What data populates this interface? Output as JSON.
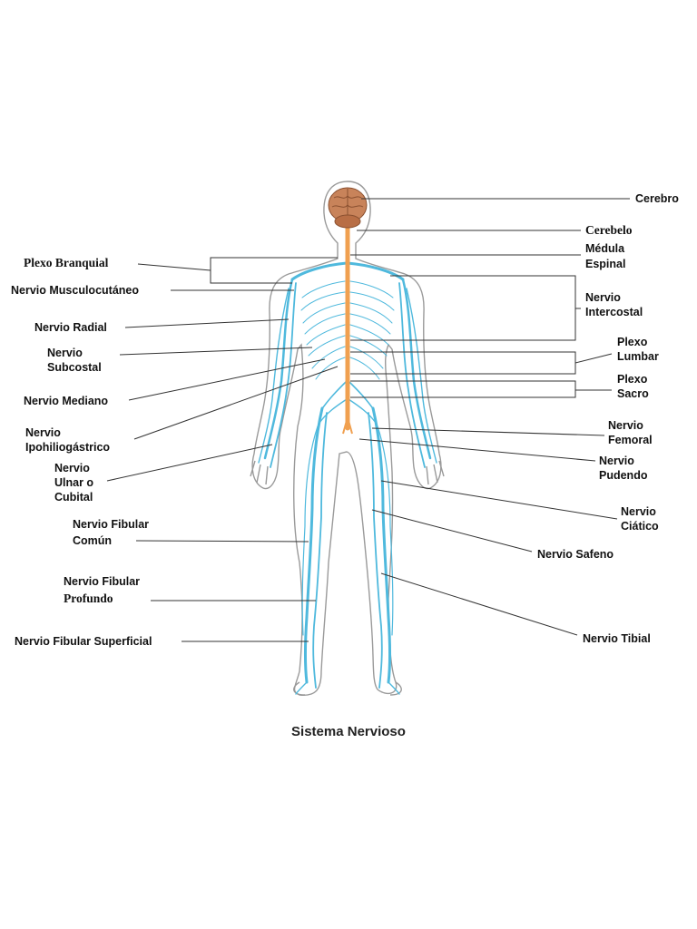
{
  "title": "Sistema Nervioso",
  "labels_left": {
    "plexo_branquial": "Plexo Branquial",
    "nervio_musculocutaneo": "Nervio Musculocutáneo",
    "nervio_radial": "Nervio Radial",
    "nervio_subcostal_1": "Nervio",
    "nervio_subcostal_2": "Subcostal",
    "nervio_mediano": "Nervio Mediano",
    "nervio_ipohiliogastrico_1": "Nervio",
    "nervio_ipohiliogastrico_2": "Ipohiliogástrico",
    "nervio_ulnar_1": "Nervio",
    "nervio_ulnar_2": "Ulnar o",
    "nervio_ulnar_3": "Cubital",
    "nervio_fibular_comun_1": "Nervio Fibular",
    "nervio_fibular_comun_2": "Común",
    "nervio_fibular_profundo_1": "Nervio Fibular",
    "nervio_fibular_profundo_2": "Profundo",
    "nervio_fibular_superficial": "Nervio Fibular Superficial"
  },
  "labels_right": {
    "cerebro": "Cerebro",
    "cerebelo": "Cerebelo",
    "medula_1": "Médula",
    "medula_2": "Espinal",
    "nervio_intercostal_1": "Nervio",
    "nervio_intercostal_2": "Intercostal",
    "plexo_lumbar_1": "Plexo",
    "plexo_lumbar_2": "Lumbar",
    "plexo_sacro_1": "Plexo",
    "plexo_sacro_2": "Sacro",
    "nervio_femoral_1": "Nervio",
    "nervio_femoral_2": "Femoral",
    "nervio_pudendo_1": "Nervio",
    "nervio_pudendo_2": "Pudendo",
    "nervio_ciatico_1": "Nervio",
    "nervio_ciatico_2": "Ciático",
    "nervio_safeno": "Nervio Safeno",
    "nervio_tibial": "Nervio Tibial"
  },
  "colors": {
    "nerve": "#4fb9dd",
    "spine": "#f0a050",
    "brain": "#c8835a",
    "outline": "#9a9a9a",
    "leader": "#333333"
  }
}
